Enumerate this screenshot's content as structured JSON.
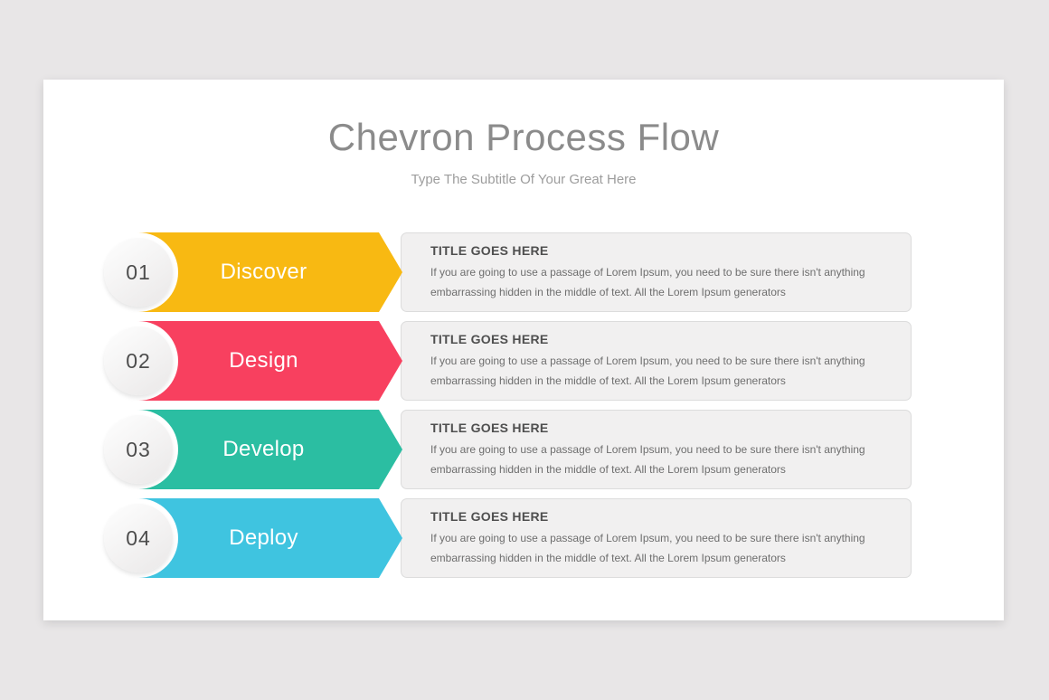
{
  "page": {
    "background_color": "#e8e6e7"
  },
  "slide": {
    "background_color": "#ffffff"
  },
  "header": {
    "title": "Chevron Process Flow",
    "subtitle": "Type The Subtitle Of Your Great Here",
    "title_color": "#8b8b8b",
    "subtitle_color": "#9d9d9d"
  },
  "steps": [
    {
      "number": "01",
      "label": "Discover",
      "color": "#f8b912",
      "card_title": "TITLE GOES HERE",
      "card_lines": [
        "If you are going to use a passage of Lorem Ipsum, you need to be sure there isn't anything",
        "embarrassing hidden in the middle of text. All the Lorem Ipsum generators"
      ]
    },
    {
      "number": "02",
      "label": "Design",
      "color": "#f8405f",
      "card_title": "TITLE GOES HERE",
      "card_lines": [
        "If you are going to use a passage of Lorem Ipsum, you need to be sure there isn't anything",
        "embarrassing hidden in the middle of text. All the Lorem Ipsum generators"
      ]
    },
    {
      "number": "03",
      "label": "Develop",
      "color": "#2bbea2",
      "card_title": "TITLE GOES HERE",
      "card_lines": [
        "If you are going to use a passage of Lorem Ipsum, you need to be sure there isn't anything",
        "embarrassing hidden in the middle of text. All the Lorem Ipsum generators"
      ]
    },
    {
      "number": "04",
      "label": "Deploy",
      "color": "#3fc4e0",
      "card_title": "TITLE GOES HERE",
      "card_lines": [
        "If you are going to use a passage of Lorem Ipsum, you need to be sure there isn't anything",
        "embarrassing hidden in the middle of text. All the Lorem Ipsum generators"
      ]
    }
  ]
}
